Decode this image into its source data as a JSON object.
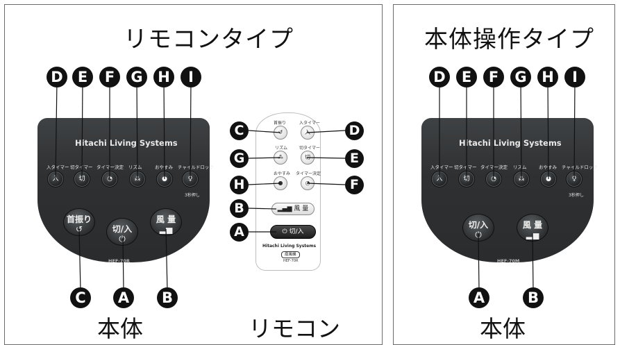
{
  "left_panel": {
    "title": "リモコンタイプ",
    "label_unit": "本体",
    "label_remote": "リモコン",
    "markers_top": [
      "D",
      "E",
      "F",
      "G",
      "H",
      "I"
    ],
    "unit": {
      "brand": "Hitachi Living Systems",
      "buttons": [
        "入タイマー",
        "切タイマー",
        "タイマー決定",
        "リズム",
        "おやすみ",
        "チャイルドロック"
      ],
      "note": "3秒押し",
      "swing_label": "首振り",
      "power_label": "切/入",
      "power_glyph": "⏻",
      "wind_label": "風 量",
      "model": "HEF-70R"
    },
    "markers_bottom": [
      "C",
      "A",
      "B"
    ],
    "remote": {
      "labels": [
        "首振り",
        "入タイマー",
        "リズム",
        "切タイマー",
        "おやすみ",
        "タイマー決定"
      ],
      "wind_label": "風 量",
      "power_label": "切/入",
      "power_glyph": "⏻",
      "brand": "Hitachi Living Systems",
      "tag": "扇風機",
      "model": "HEF-70R"
    },
    "remote_markers_left": [
      "C",
      "G",
      "H",
      "B",
      "A"
    ],
    "remote_markers_right": [
      "D",
      "E",
      "F"
    ]
  },
  "right_panel": {
    "title": "本体操作タイプ",
    "label_unit": "本体",
    "markers_top": [
      "D",
      "E",
      "F",
      "G",
      "H",
      "I"
    ],
    "unit": {
      "brand": "Hitachi Living Systems",
      "buttons": [
        "入タイマー",
        "切タイマー",
        "タイマー決定",
        "リズム",
        "おやすみ",
        "チャイルドロック"
      ],
      "note": "3秒押し",
      "power_label": "切/入",
      "power_glyph": "⏻",
      "wind_label": "風 量",
      "model": "HEF-70M"
    },
    "markers_bottom": [
      "A",
      "B"
    ]
  },
  "colors": {
    "marker": "#111111",
    "unit_body": "#2e3032",
    "border": "#6a6a6a"
  }
}
